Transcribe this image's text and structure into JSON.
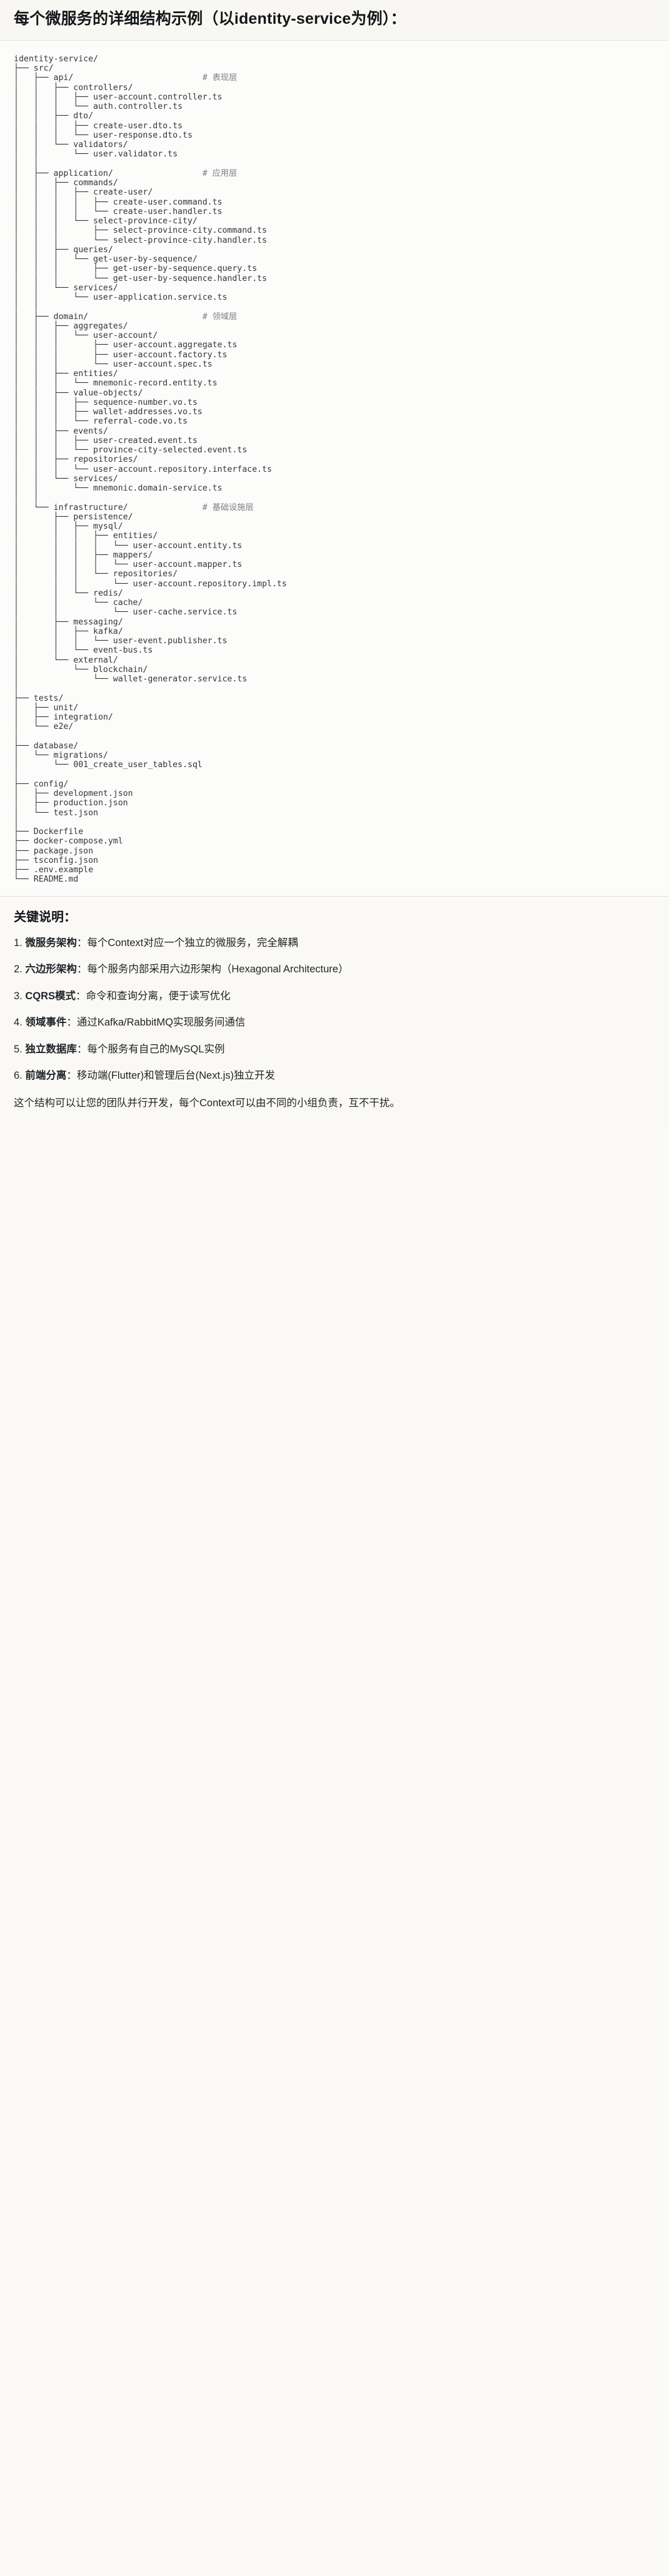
{
  "heading": "每个微服务的详细结构示例（以identity-service为例）：",
  "tree": {
    "root_label": "identity-service/",
    "comments": {
      "api": "# 表现层",
      "application": "# 应用层",
      "domain": "# 领域层",
      "infrastructure": "# 基础设施层"
    },
    "text": "identity-service/\n├── src/\n│   ├── api/                          # 表现层\n│   │   ├── controllers/\n│   │   │   ├── user-account.controller.ts\n│   │   │   └── auth.controller.ts\n│   │   ├── dto/\n│   │   │   ├── create-user.dto.ts\n│   │   │   └── user-response.dto.ts\n│   │   └── validators/\n│   │       └── user.validator.ts\n│   │\n│   ├── application/                  # 应用层\n│   │   ├── commands/\n│   │   │   ├── create-user/\n│   │   │   │   ├── create-user.command.ts\n│   │   │   │   └── create-user.handler.ts\n│   │   │   └── select-province-city/\n│   │   │       ├── select-province-city.command.ts\n│   │   │       └── select-province-city.handler.ts\n│   │   ├── queries/\n│   │   │   └── get-user-by-sequence/\n│   │   │       ├── get-user-by-sequence.query.ts\n│   │   │       └── get-user-by-sequence.handler.ts\n│   │   └── services/\n│   │       └── user-application.service.ts\n│   │\n│   ├── domain/                       # 领域层\n│   │   ├── aggregates/\n│   │   │   └── user-account/\n│   │   │       ├── user-account.aggregate.ts\n│   │   │       ├── user-account.factory.ts\n│   │   │       └── user-account.spec.ts\n│   │   ├── entities/\n│   │   │   └── mnemonic-record.entity.ts\n│   │   ├── value-objects/\n│   │   │   ├── sequence-number.vo.ts\n│   │   │   ├── wallet-addresses.vo.ts\n│   │   │   └── referral-code.vo.ts\n│   │   ├── events/\n│   │   │   ├── user-created.event.ts\n│   │   │   └── province-city-selected.event.ts\n│   │   ├── repositories/\n│   │   │   └── user-account.repository.interface.ts\n│   │   └── services/\n│   │       └── mnemonic.domain-service.ts\n│   │\n│   └── infrastructure/               # 基础设施层\n│       ├── persistence/\n│       │   ├── mysql/\n│       │   │   ├── entities/\n│       │   │   │   └── user-account.entity.ts\n│       │   │   ├── mappers/\n│       │   │   │   └── user-account.mapper.ts\n│       │   │   └── repositories/\n│       │   │       └── user-account.repository.impl.ts\n│       │   └── redis/\n│       │       └── cache/\n│       │           └── user-cache.service.ts\n│       ├── messaging/\n│       │   ├── kafka/\n│       │   │   └── user-event.publisher.ts\n│       │   └── event-bus.ts\n│       └── external/\n│           └── blockchain/\n│               └── wallet-generator.service.ts\n│\n├── tests/\n│   ├── unit/\n│   ├── integration/\n│   └── e2e/\n│\n├── database/\n│   └── migrations/\n│       └── 001_create_user_tables.sql\n│\n├── config/\n│   ├── development.json\n│   ├── production.json\n│   └── test.json\n│\n├── Dockerfile\n├── docker-compose.yml\n├── package.json\n├── tsconfig.json\n├── .env.example\n└── README.md"
  },
  "keys": {
    "title": "关键说明：",
    "items": [
      {
        "index": "1.",
        "term": "微服务架构",
        "sep": "：",
        "desc": "每个Context对应一个独立的微服务，完全解耦"
      },
      {
        "index": "2.",
        "term": "六边形架构",
        "sep": "：",
        "desc": "每个服务内部采用六边形架构（Hexagonal Architecture）"
      },
      {
        "index": "3.",
        "term": "CQRS模式",
        "sep": "：",
        "desc": "命令和查询分离，便于读写优化"
      },
      {
        "index": "4.",
        "term": "领域事件",
        "sep": "：",
        "desc": "通过Kafka/RabbitMQ实现服务间通信"
      },
      {
        "index": "5.",
        "term": "独立数据库",
        "sep": "：",
        "desc": "每个服务有自己的MySQL实例"
      },
      {
        "index": "6.",
        "term": "前端分离",
        "sep": "：",
        "desc": "移动端(Flutter)和管理后台(Next.js)独立开发"
      }
    ],
    "closing": "这个结构可以让您的团队并行开发，每个Context可以由不同的小组负责，互不干扰。"
  },
  "colors": {
    "page_bg": "#fbfaf7",
    "code_bg": "#fcfcfb",
    "text": "#1f2328",
    "comment": "#7a7f86",
    "rule": "#e3e1dc"
  }
}
